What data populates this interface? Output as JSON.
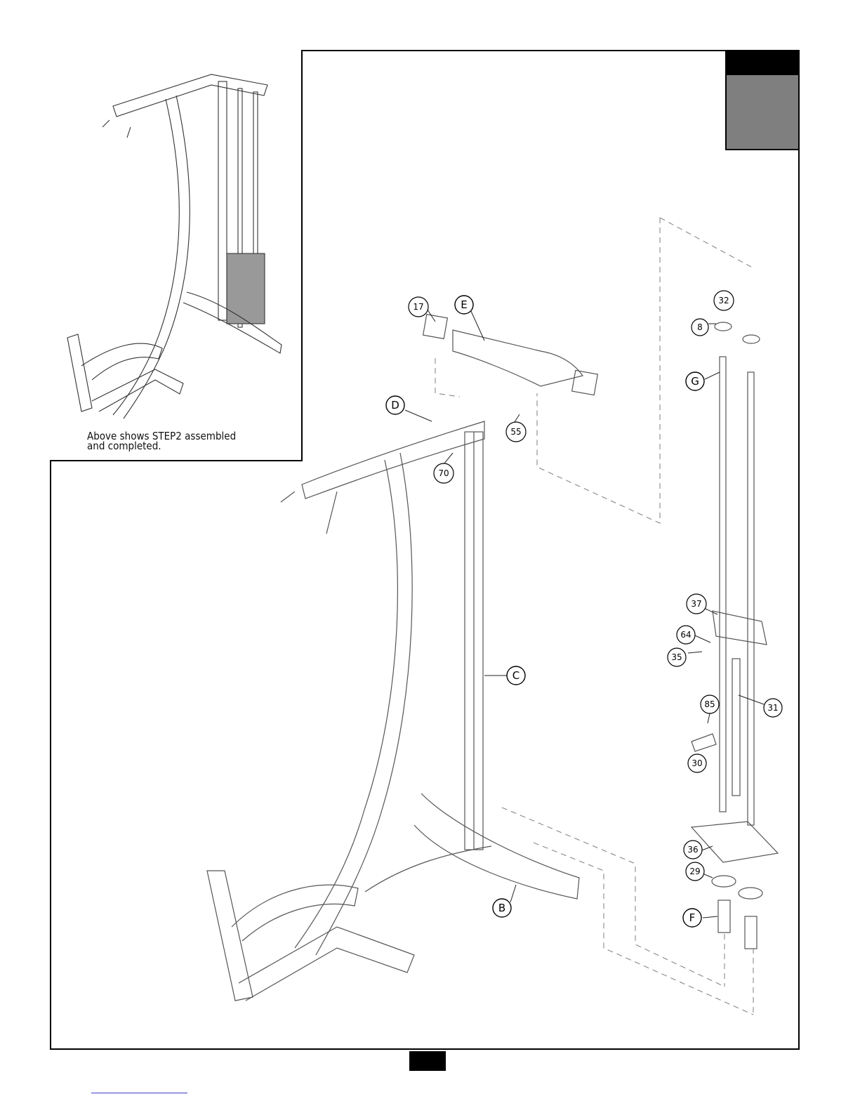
{
  "inset": {
    "caption": "Above shows STEP2 assembled\nand completed."
  },
  "callouts": [
    {
      "id": "part-17",
      "label": "17"
    },
    {
      "id": "part-E",
      "label": "E"
    },
    {
      "id": "part-D",
      "label": "D"
    },
    {
      "id": "part-55",
      "label": "55"
    },
    {
      "id": "part-70",
      "label": "70"
    },
    {
      "id": "part-C",
      "label": "C"
    },
    {
      "id": "part-B",
      "label": "B"
    },
    {
      "id": "part-32",
      "label": "32"
    },
    {
      "id": "part-8",
      "label": "8"
    },
    {
      "id": "part-G",
      "label": "G"
    },
    {
      "id": "part-37",
      "label": "37"
    },
    {
      "id": "part-64",
      "label": "64"
    },
    {
      "id": "part-35",
      "label": "35"
    },
    {
      "id": "part-31",
      "label": "31"
    },
    {
      "id": "part-85",
      "label": "85"
    },
    {
      "id": "part-30",
      "label": "30"
    },
    {
      "id": "part-36",
      "label": "36"
    },
    {
      "id": "part-29",
      "label": "29"
    },
    {
      "id": "part-F",
      "label": "F"
    }
  ]
}
